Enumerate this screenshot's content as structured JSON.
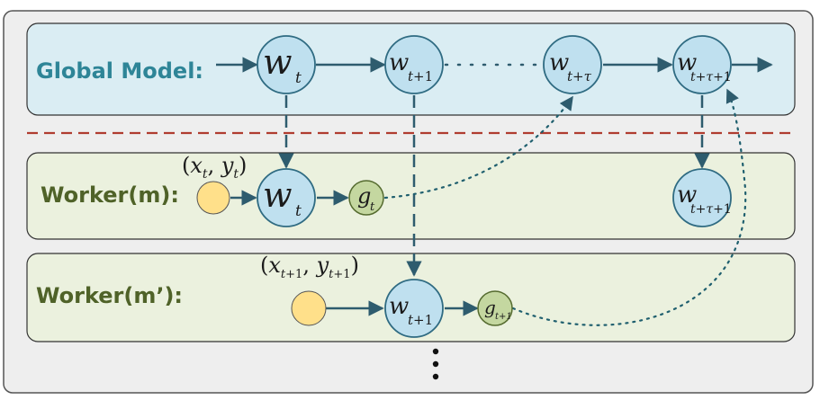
{
  "lanes": {
    "global": "Global Model:",
    "worker_m": "Worker(m):",
    "worker_m2": "Worker(m’):"
  },
  "nodes": {
    "w_t": {
      "sym": "w",
      "sub": "t"
    },
    "w_t1": {
      "sym": "w",
      "sub_var": "t",
      "sub_op": "+",
      "sub_num": "1"
    },
    "w_ttau": {
      "sym": "w",
      "sub_var": "t",
      "sub_op": "+",
      "sub_var2": "τ"
    },
    "w_ttau1": {
      "sym": "w",
      "sub_var": "t",
      "sub_op": "+",
      "sub_var2": "τ",
      "sub_op2": "+",
      "sub_num": "1"
    },
    "g_t": {
      "sym": "g",
      "sub": "t"
    },
    "g_t1": {
      "sym": "g",
      "sub": "t+1"
    }
  },
  "inputs": {
    "m": {
      "x": "x",
      "xs": "t",
      "y": "y",
      "ys": "t"
    },
    "m2": {
      "x": "x",
      "xs_var": "t",
      "xs_rest": "+1",
      "y": "y",
      "ys_var": "t",
      "ys_rest": "+1"
    }
  },
  "colors": {
    "outer_bg": "#eeeeee",
    "global_lane": "#daedf3",
    "worker_lane": "#ebf1de",
    "global_text": "#2e8597",
    "worker_text": "#4f6228",
    "node_fill": "#bfe0ef",
    "node_stroke": "#2f6b82",
    "grad_fill": "#c4d7a0",
    "data_fill": "#ffe08a",
    "arrow": "#2e5c6e",
    "dashed_divider": "#b03c30"
  }
}
